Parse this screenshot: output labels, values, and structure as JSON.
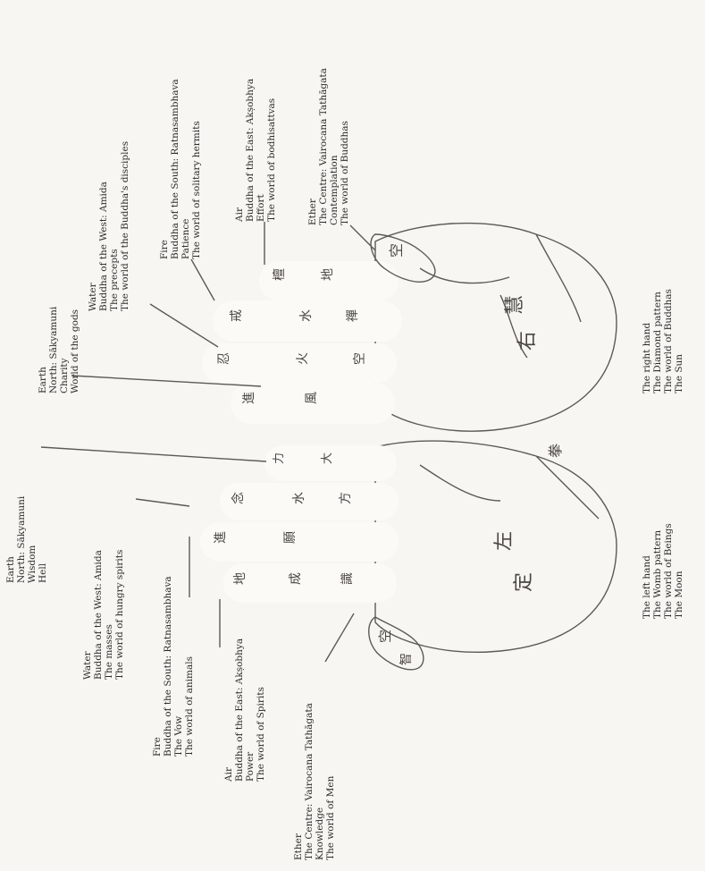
{
  "left_hand": {
    "earth": [
      "Earth",
      "North: Sākyamuni",
      "Wisdom",
      "Hell"
    ],
    "water": [
      "Water",
      "Buddha of the West: Amida",
      "The masses",
      "The world of hungry spirits"
    ],
    "fire": [
      "Fire",
      "Buddha of the South: Ratnasambhava",
      "The Vow",
      "The world of animals"
    ],
    "air": [
      "Air",
      "Buddha of the East: Akṣobhya",
      "Power",
      "The world of Spirits"
    ],
    "ether": [
      "Ether",
      "The Centre: Vairocana Tathāgata",
      "Knowledge",
      "The world of Men"
    ],
    "caption": [
      "The left hand",
      "The Womb pattern",
      "The world of Beings",
      "The Moon"
    ],
    "glyphs": {
      "fingers": [
        "力",
        "大",
        "念",
        "水",
        "進",
        "願",
        "地",
        "成",
        "方",
        "空",
        "識",
        "智"
      ],
      "palm": [
        "定",
        "左"
      ],
      "wrist": "拳"
    }
  },
  "right_hand": {
    "earth": [
      "Earth",
      "North: Sākyamuni",
      "Charity",
      "World of the gods"
    ],
    "water": [
      "Water",
      "Buddha of the West: Amida",
      "The precepts",
      "The world of the Buddha's disciples"
    ],
    "fire": [
      "Fire",
      "Buddha of the South: Ratnasambhava",
      "Patience",
      "The world of solitary hermits"
    ],
    "air": [
      "Air",
      "Buddha of the East: Akṣobhya",
      "Effort",
      "The world of bodhisattvas"
    ],
    "ether": [
      "Ether",
      "The Centre: Vairocana Tathāgata",
      "Contemplation",
      "The world of Buddhas"
    ],
    "caption": [
      "The right hand",
      "The Diamond pattern",
      "The world of Buddhas",
      "The Sun"
    ],
    "glyphs": {
      "fingers": [
        "檀",
        "地",
        "戒",
        "水",
        "忍",
        "火",
        "進",
        "風",
        "禪",
        "空"
      ],
      "palm": [
        "右",
        "慧"
      ],
      "thumb": "空"
    }
  }
}
